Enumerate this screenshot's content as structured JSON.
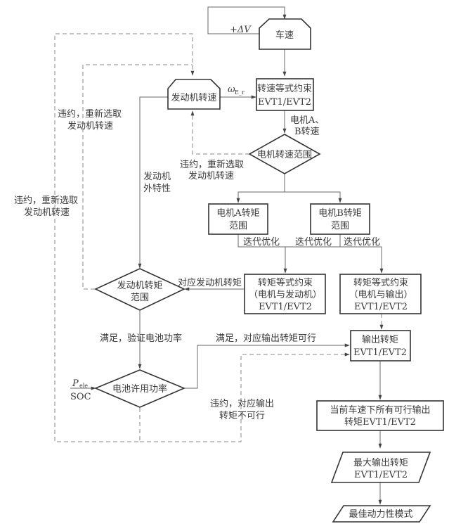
{
  "diagram": {
    "nodes": {
      "vehicle_speed": {
        "label": "车速"
      },
      "engine_speed": {
        "label": "发动机转速"
      },
      "speed_constraint": {
        "line1": "转速等式约束",
        "line2": "EVT1/EVT2"
      },
      "motor_speed_range": {
        "label": "电机转速范围"
      },
      "motor_a_torque": {
        "line1": "电机A转矩",
        "line2": "范围"
      },
      "motor_b_torque": {
        "line1": "电机B转矩",
        "line2": "范围"
      },
      "torque_constraint_engine": {
        "line1": "转矩等式约束",
        "line2": "（电机与发动机）",
        "line3": "EVT1/EVT2"
      },
      "torque_constraint_output": {
        "line1": "转矩等式约束",
        "line2": "（电机与输出）",
        "line3": "EVT1/EVT2"
      },
      "engine_torque_range": {
        "line1": "发动机转矩",
        "line2": "范围"
      },
      "output_torque": {
        "line1": "输出转矩",
        "line2": "EVT1/EVT2"
      },
      "battery_power": {
        "label": "电池许用功率"
      },
      "all_feasible": {
        "line1": "当前车速下所有可行输出",
        "line2": "转矩EVT1/EVT2"
      },
      "max_output": {
        "line1": "最大输出转矩",
        "line2": "EVT1/EVT2"
      },
      "best_mode": {
        "label": "最佳动力性模式"
      }
    },
    "edge_labels": {
      "delta_v": "+ΔV",
      "omega_symbol": "ω",
      "omega_sub": "E_r",
      "motor_ab_speed_1": "电机A、",
      "motor_ab_speed_2": "B转速",
      "violate_reselect_1a": "违约，重新选取",
      "violate_reselect_1b": "发动机转速",
      "violate_reselect_2a": "违约，重新选取",
      "violate_reselect_2b": "发动机转速",
      "violate_reselect_3a": "违约，重新选取",
      "violate_reselect_3b": "发动机转速",
      "engine_external_1": "发动机",
      "engine_external_2": "外特性",
      "iter_opt_1": "迭代优化",
      "iter_opt_2": "迭代优化",
      "iter_opt_3": "迭代优化",
      "corresponding_engine_torque": "对应发动机转矩",
      "satisfy_verify_battery": "满足，验证电池功率",
      "satisfy_output_feasible": "满足，对应输出转矩可行",
      "p_symbol": "P",
      "p_sub": "ele",
      "soc": "SOC",
      "violate_output_infeasible_1": "违约，对应输出",
      "violate_output_infeasible_2": "转矩不可行"
    }
  }
}
